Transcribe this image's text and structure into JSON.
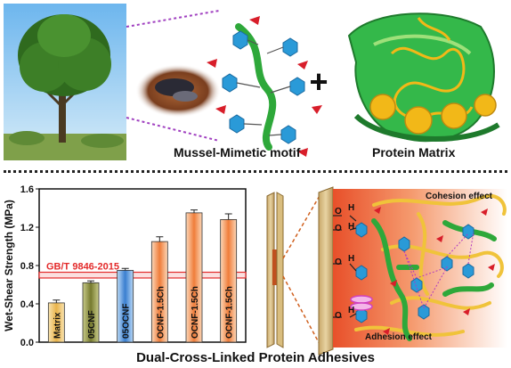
{
  "top_section": {
    "motif_label": "Mussel-Mimetic motif",
    "protein_label": "Protein Matrix",
    "plus_sign": "+"
  },
  "chart_data": {
    "type": "bar",
    "categories": [
      "Matrix",
      "05CNF",
      "05OCNF",
      "OCNF-1.5Ch",
      "OCNF-1.5Ch",
      "OCNF-1.5Ch"
    ],
    "values": [
      0.41,
      0.62,
      0.75,
      1.05,
      1.35,
      1.28
    ],
    "errors": [
      0.03,
      0.02,
      0.02,
      0.05,
      0.03,
      0.06
    ],
    "ylabel": "Wet-Shear Strength (MPa)",
    "ylim": [
      0,
      1.6
    ],
    "yticks": [
      "0.0",
      "0.4",
      "0.8",
      "1.2",
      "1.6"
    ],
    "reference_line": {
      "label": "GB/T 9846-2015",
      "value": 0.7
    },
    "bar_colors": [
      "#e9b34a",
      "#767a2f",
      "#3a7fd0",
      "#f06a2a",
      "#f06a2a",
      "#f06a2a"
    ]
  },
  "schematic": {
    "cohesion_label": "Cohesion effect",
    "adhesion_label": "Adhesion effect",
    "atoms": [
      "O",
      "H",
      "O",
      "H",
      "O",
      "H",
      "O",
      "H"
    ]
  },
  "footer": {
    "title": "Dual-Cross-Linked Protein Adhesives"
  }
}
